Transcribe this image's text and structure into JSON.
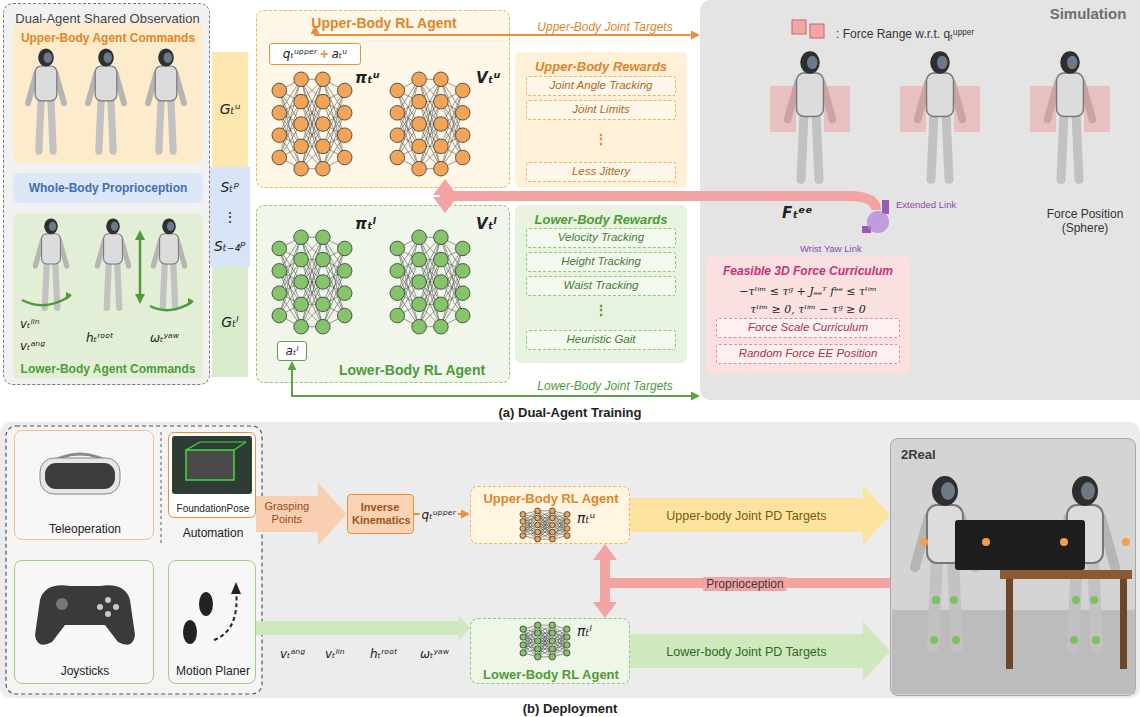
{
  "diagram": {
    "nodes": [
      {
        "text": [
          "Dual-Agent Shared Observation"
        ]
      },
      {
        "text": [
          "Upper-Body Agent Commands"
        ],
        "in": 0
      },
      {
        "text": [
          "Whole-Body Proprioception"
        ],
        "in": 0
      },
      {
        "text": [
          "Lower-Body Agent Commands"
        ],
        "in": 0
      },
      {
        "text": [
          "Gₜᵘ"
        ]
      },
      {
        "text": [
          "Sₜᵖ",
          "⋮",
          "Sₜ₋₄ᵖ"
        ]
      },
      {
        "text": [
          "Gₜˡ"
        ]
      },
      {
        "text": [
          "Upper-Body RL Agent"
        ]
      },
      {
        "text": [
          "qₜᵘᵖᵖᵉʳ",
          "+",
          "aₜᵘ"
        ],
        "in": 7
      },
      {
        "text": [
          "πₜᵘ"
        ],
        "in": 7
      },
      {
        "text": [
          "Vₜᵘ"
        ],
        "in": 7
      },
      {
        "text": [
          "Upper-Body Rewards",
          "⋮"
        ]
      },
      {
        "text": [
          "Joint Angle Tracking"
        ],
        "in": 11
      },
      {
        "text": [
          "Joint Limits"
        ],
        "in": 11
      },
      {
        "text": [
          "Less Jittery"
        ],
        "in": 11
      },
      {
        "text": [
          "Lower-Body RL Agent"
        ]
      },
      {
        "text": [
          "πₜˡ"
        ],
        "in": 15
      },
      {
        "text": [
          "Vₜˡ"
        ],
        "in": 15
      },
      {
        "text": [
          "aₜˡ"
        ],
        "in": 15
      },
      {
        "text": [
          "Lower-Body Rewards",
          "⋮"
        ]
      },
      {
        "text": [
          "Velocity Tracking"
        ],
        "in": 19
      },
      {
        "text": [
          "Height Tracking"
        ],
        "in": 19
      },
      {
        "text": [
          "Waist Tracking"
        ],
        "in": 19
      },
      {
        "text": [
          "Heuristic Gait"
        ],
        "in": 19
      },
      {
        "text": [
          "Simulation"
        ]
      },
      {
        "text": [
          "Feasible 3D Force Curriculum",
          "−τˡⁱᵐ ≤ τᵍ + Jₑₑᵀ fᵉᵉ ≤ τˡⁱᵐ",
          "τˡⁱᵐ ≥ 0, τˡⁱᵐ − τᵍ ≥ 0"
        ],
        "in": 24
      },
      {
        "text": [
          "Force Scale Curriculum"
        ],
        "in": 25
      },
      {
        "text": [
          "Random Force EE Position"
        ],
        "in": 25
      },
      {
        "text": [
          "Teleoperation"
        ]
      },
      {
        "text": [
          "FoundationPose",
          "Automation"
        ]
      },
      {
        "text": [
          "Joysticks"
        ]
      },
      {
        "text": [
          "Motion Planer"
        ]
      },
      {
        "text": [
          "Inverse Kinematics"
        ]
      },
      {
        "text": [
          "Upper-Body RL Agent",
          "πₜᵘ"
        ]
      },
      {
        "text": [
          "Lower-Body RL Agent",
          "πₜˡ"
        ]
      },
      {
        "text": [
          "2Real"
        ]
      }
    ],
    "edges": [
      {
        "from": 8,
        "to": 24,
        "arrow": "both",
        "label": "Upper-Body Joint Targets"
      },
      {
        "from": 18,
        "to": 24,
        "arrow": "both",
        "label": "Lower-Body Joint Targets"
      },
      {
        "from": 24,
        "to": 10,
        "arrow": "to"
      },
      {
        "from": 24,
        "to": 17,
        "arrow": "to"
      },
      {
        "from": 29,
        "to": 32,
        "arrow": "to",
        "label": "Grasping Points"
      },
      {
        "from": 32,
        "to": 33,
        "arrow": "to",
        "label": "qₜᵘᵖᵖᵉʳ"
      },
      {
        "from": 33,
        "to": 35,
        "arrow": "to",
        "label": "Upper-body Joint PD Targets"
      },
      {
        "from": 31,
        "to": 34,
        "arrow": "to"
      },
      {
        "from": 34,
        "to": 35,
        "arrow": "to",
        "label": "Lower-body Joint PD Targets"
      },
      {
        "from": 35,
        "to": 33,
        "arrow": "to",
        "label": "Proprioception"
      },
      {
        "from": 35,
        "to": 34,
        "arrow": "to"
      }
    ],
    "labels": [
      ": Force Range w.r.t. qₜᵘᵖᵖᵉʳ",
      "Fₜᵉᵉ",
      "Force Position (Sphere)",
      "Extended Link",
      "Wrist Yaw Link",
      "vₜˡⁱⁿ",
      "vₜᵃⁿᵍ",
      "hₜʳᵒᵒᵗ",
      "ωₜʸᵃʷ",
      "(a) Dual-Agent Training",
      "vₜᵃⁿᵍ",
      "vₜˡⁱⁿ",
      "hₜʳᵒᵒᵗ",
      "ωₜʸᵃʷ",
      "(b) Deployment"
    ]
  }
}
